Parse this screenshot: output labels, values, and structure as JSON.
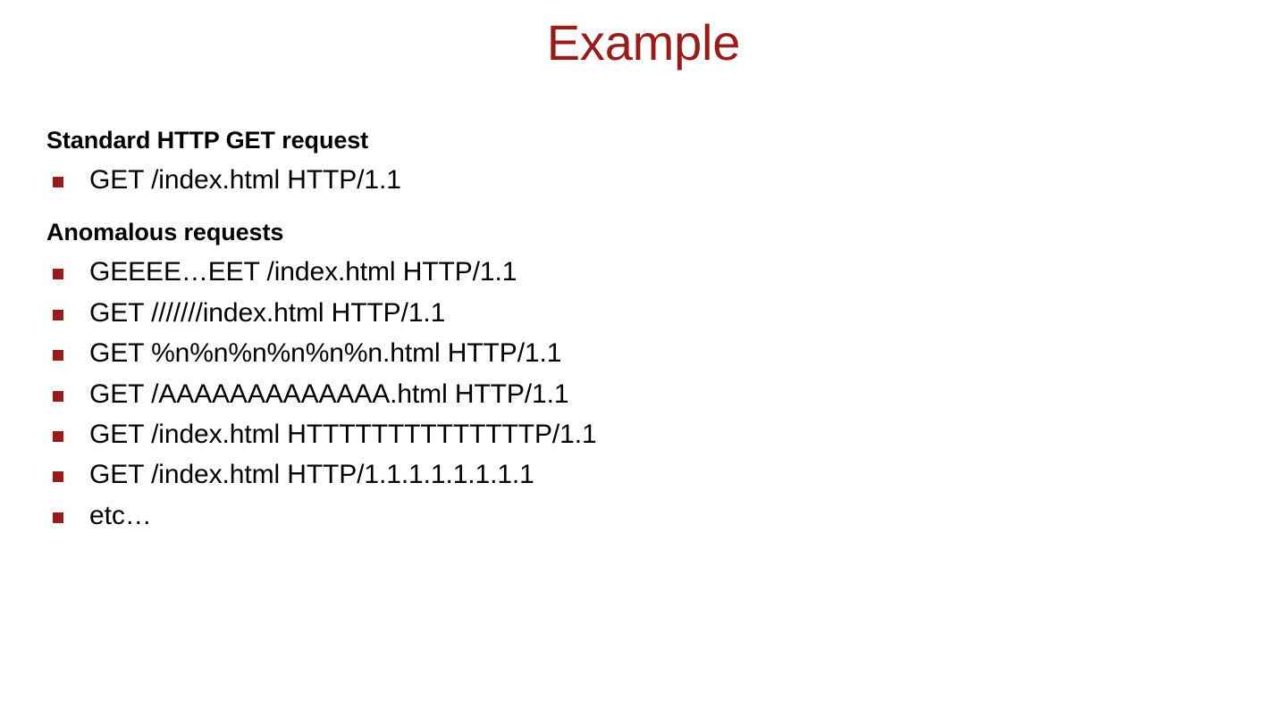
{
  "slide": {
    "title": "Example",
    "title_color": "#9B1B1B",
    "bullet_color": "#9B1B1B",
    "text_color": "#000000",
    "background_color": "#FFFFFF",
    "sections": [
      {
        "heading": "Standard HTTP GET request",
        "items": [
          "GET /index.html HTTP/1.1"
        ]
      },
      {
        "heading": "Anomalous requests",
        "items": [
          "GEEEE…EET /index.html HTTP/1.1",
          "GET ///////index.html HTTP/1.1",
          "GET %n%n%n%n%n%n.html HTTP/1.1",
          "GET /AAAAAAAAAAAAA.html HTTP/1.1",
          "GET /index.html HTTTTTTTTTTTTTTP/1.1",
          "GET /index.html HTTP/1.1.1.1.1.1.1.1",
          "etc…"
        ]
      }
    ]
  }
}
